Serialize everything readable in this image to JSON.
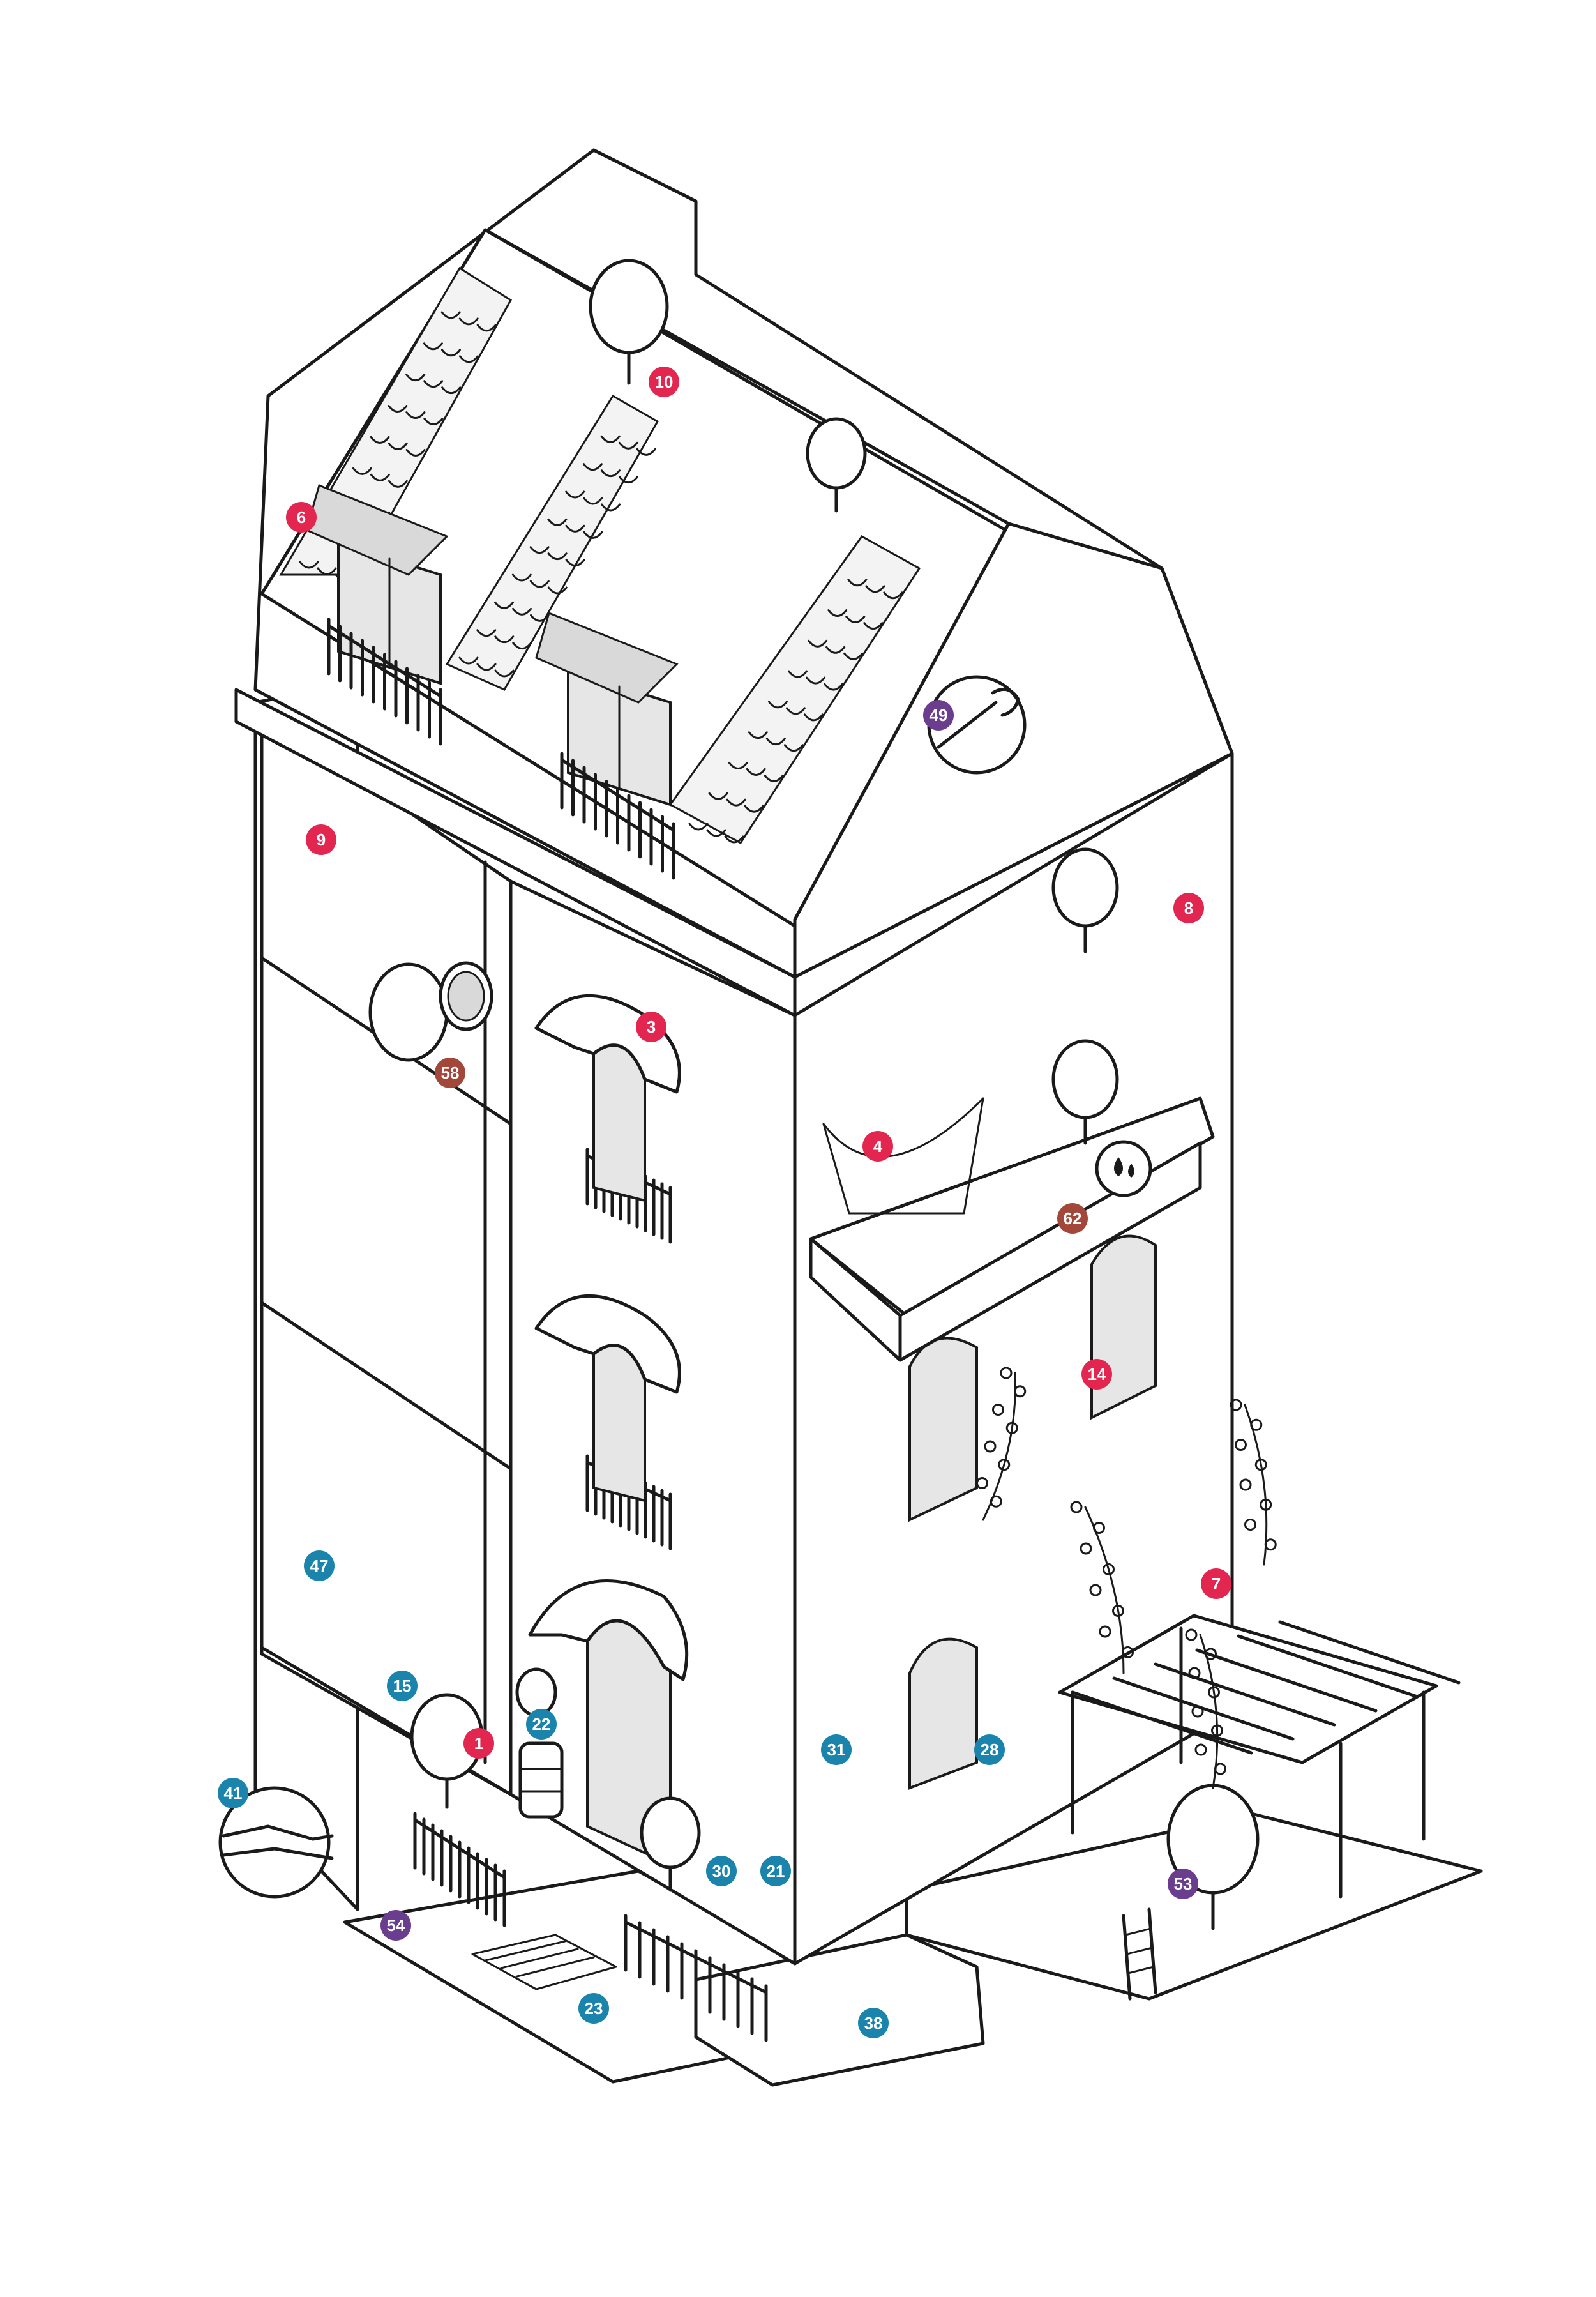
{
  "colors": {
    "red": "#e3264f",
    "teal": "#1b84ad",
    "purple": "#6a3d8e",
    "brown": "#a3473a",
    "ink": "#1a1a1a"
  },
  "markers": [
    {
      "label": "10",
      "color": "red"
    },
    {
      "label": "6",
      "color": "red"
    },
    {
      "label": "49",
      "color": "purple"
    },
    {
      "label": "9",
      "color": "red"
    },
    {
      "label": "8",
      "color": "red"
    },
    {
      "label": "3",
      "color": "red"
    },
    {
      "label": "58",
      "color": "brown"
    },
    {
      "label": "4",
      "color": "red"
    },
    {
      "label": "62",
      "color": "brown"
    },
    {
      "label": "14",
      "color": "red"
    },
    {
      "label": "7",
      "color": "red"
    },
    {
      "label": "47",
      "color": "teal"
    },
    {
      "label": "15",
      "color": "teal"
    },
    {
      "label": "1",
      "color": "red"
    },
    {
      "label": "22",
      "color": "teal"
    },
    {
      "label": "31",
      "color": "teal"
    },
    {
      "label": "28",
      "color": "teal"
    },
    {
      "label": "41",
      "color": "teal"
    },
    {
      "label": "30",
      "color": "teal"
    },
    {
      "label": "21",
      "color": "teal"
    },
    {
      "label": "53",
      "color": "purple"
    },
    {
      "label": "54",
      "color": "purple"
    },
    {
      "label": "23",
      "color": "teal"
    },
    {
      "label": "38",
      "color": "teal"
    }
  ],
  "icons": [
    "wrench-icon",
    "sun-water-icon",
    "handshake-icon",
    "extractor-fan-icon",
    "trees-icon",
    "climbing-plant-icon",
    "pergola-icon",
    "ladder-icon",
    "water-butt-icon"
  ]
}
